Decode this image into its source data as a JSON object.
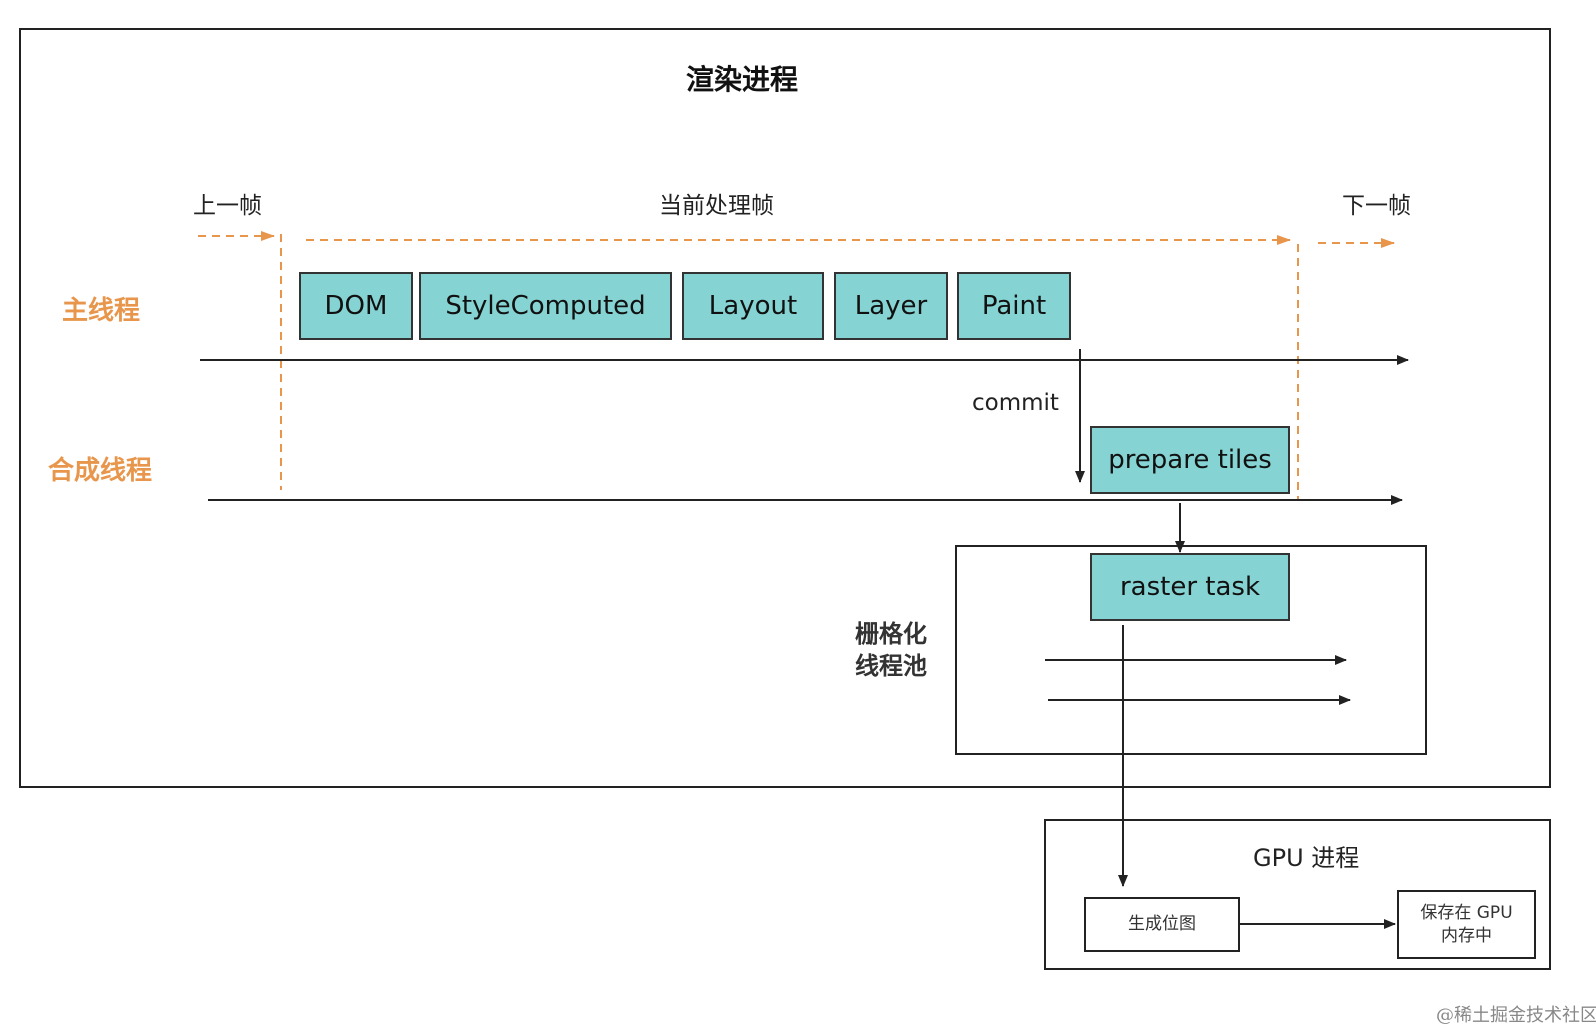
{
  "title": "渲染进程",
  "frames": {
    "prev": "上一帧",
    "current": "当前处理帧",
    "next": "下一帧"
  },
  "threads": {
    "main": "主线程",
    "compositor": "合成线程"
  },
  "main_stages": [
    "DOM",
    "StyleComputed",
    "Layout",
    "Layer",
    "Paint"
  ],
  "commit_label": "commit",
  "compositor_stage": "prepare tiles",
  "raster": {
    "pool_label": "栅格化\n线程池",
    "task": "raster task"
  },
  "gpu": {
    "title": "GPU 进程",
    "bitmap": "生成位图",
    "store": "保存在 GPU\n内存中"
  },
  "watermark": "@稀土掘金技术社区",
  "colors": {
    "stage_fill": "#86d3d3",
    "thread_label": "#e8964c",
    "dashed_arrow": "#e8964c",
    "line": "#222222"
  }
}
